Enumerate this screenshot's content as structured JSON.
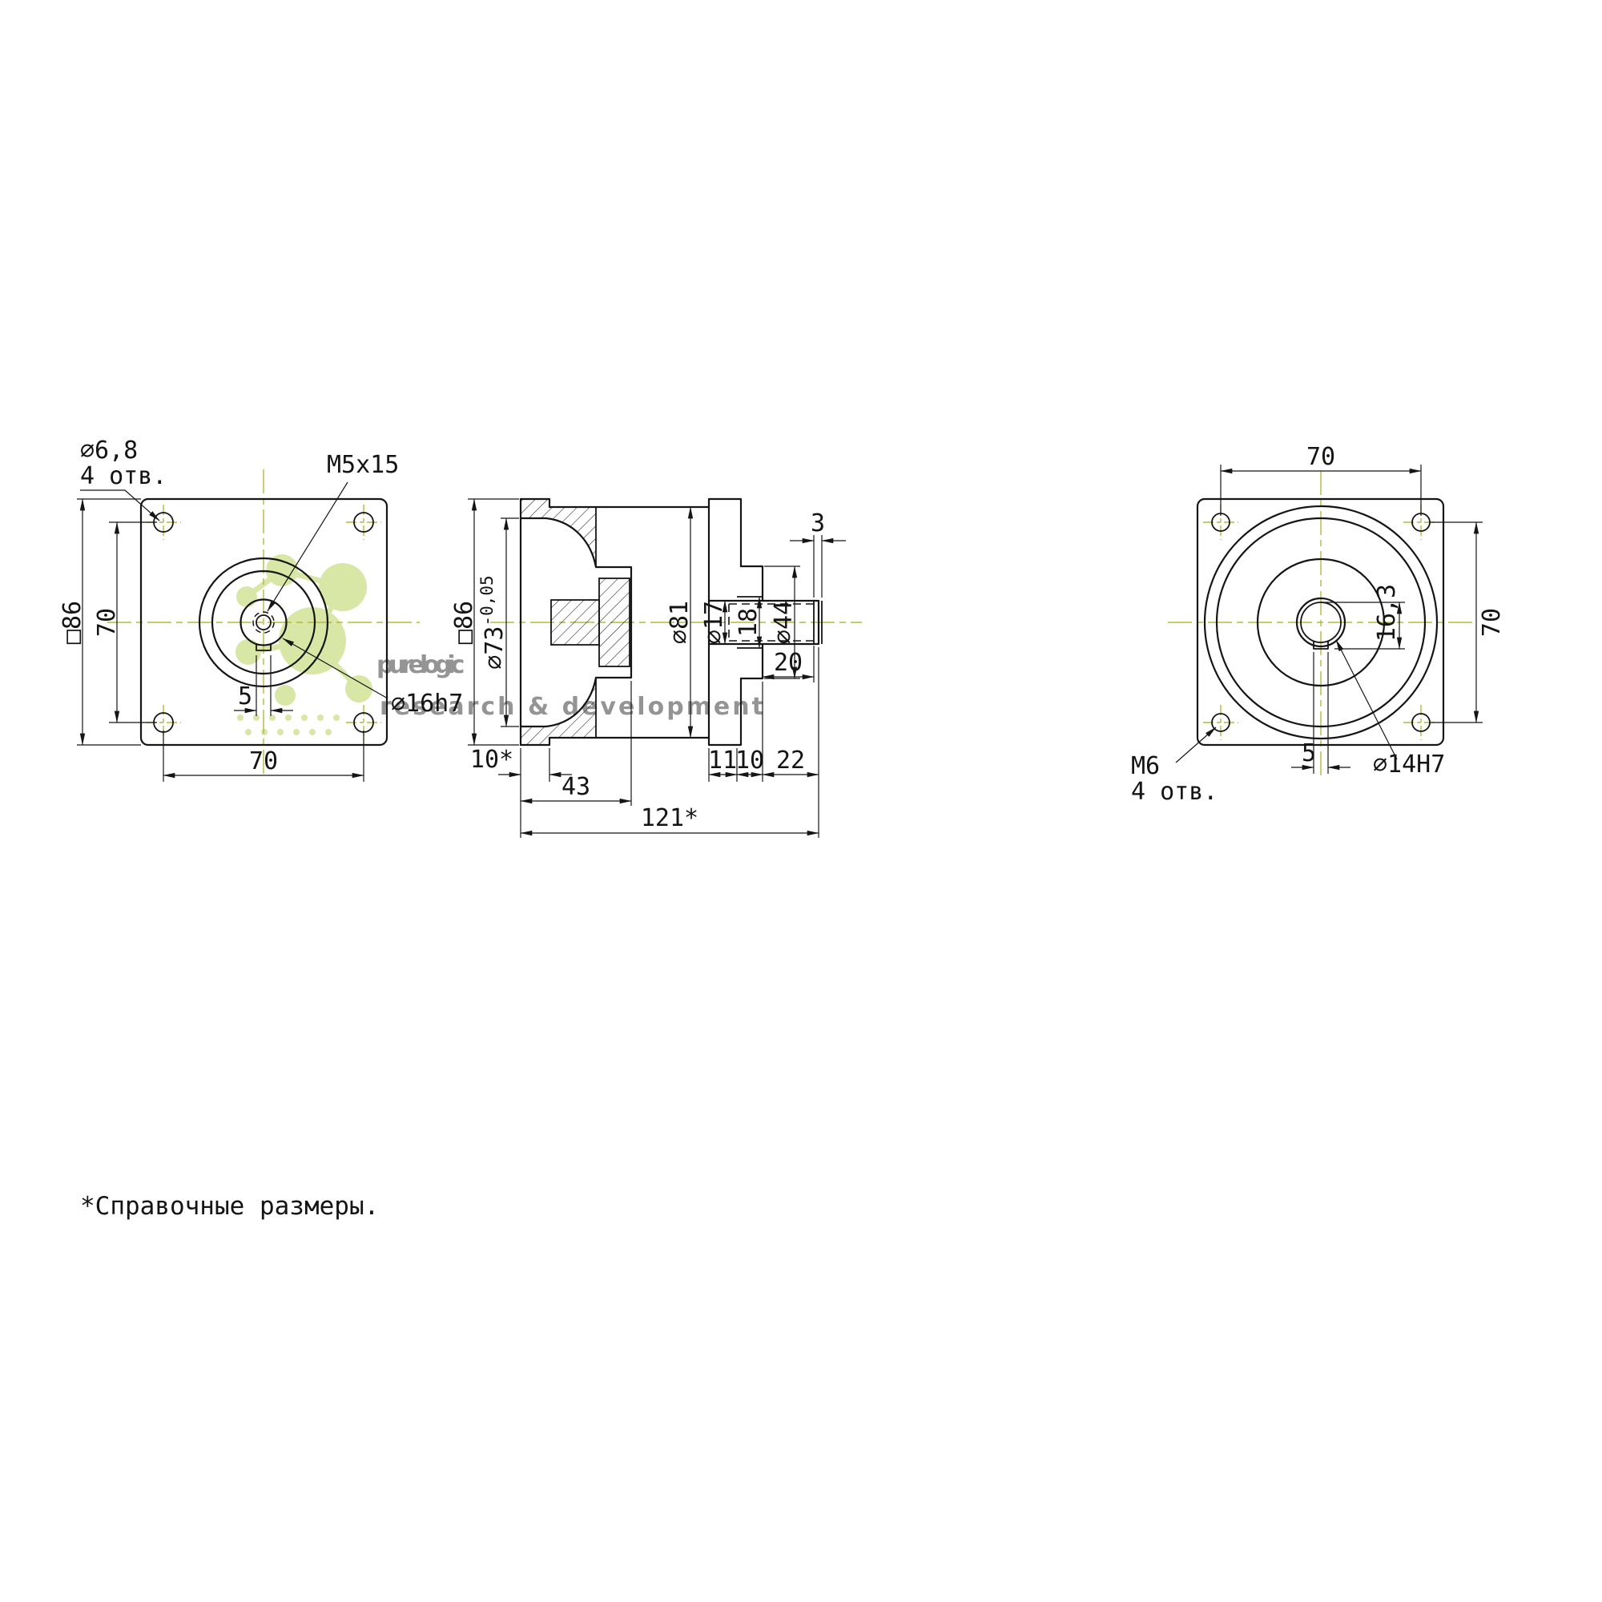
{
  "colors": {
    "line": "#151515",
    "centerline": "#b4ba3c",
    "watermark_green": "#a9c93c",
    "watermark_gray": "#a8a8a8"
  },
  "note": "*Справочные размеры.",
  "watermark": {
    "brand": "purelogic",
    "tagline": "research & development"
  },
  "front_view": {
    "square": "□86",
    "vertical_spacing": "70",
    "horizontal_spacing": "70",
    "key_width": "5",
    "hole_dia": "⌀6,8",
    "hole_count": "4 отв.",
    "thread": "M5x15",
    "shaft_dia": "⌀16h7"
  },
  "section_view": {
    "pilot_dia": "⌀73",
    "pilot_tol": "-0,05",
    "square": "□86",
    "body_dia": "⌀81",
    "shaft_dia": "⌀17",
    "hub_dia": "18",
    "boss_dia": "⌀44",
    "groove_width": "3",
    "groove_offset": "20",
    "flange_thk": "11",
    "boss_len": "10",
    "shaft_len": "22",
    "pilot_depth": "10*",
    "inner_depth": "43",
    "total_len": "121*"
  },
  "back_view": {
    "top_spacing": "70",
    "side_spacing": "70",
    "key_depth": "16,3",
    "key_width": "5",
    "thread": "M6",
    "thread_count": "4 отв.",
    "bore_dia": "⌀14H7"
  }
}
